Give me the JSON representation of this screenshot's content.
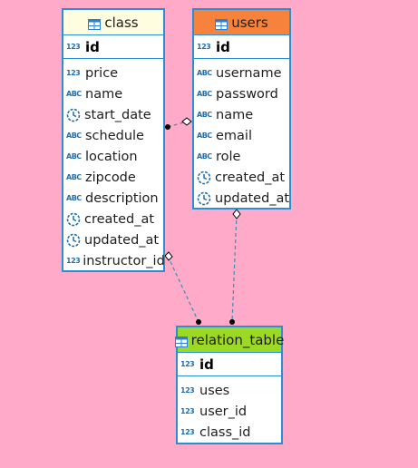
{
  "colors": {
    "background": "#ffaac8",
    "border": "#2a8fd0",
    "class_header": "#fffde0",
    "users_header": "#f7823c",
    "relation_header": "#9bd924",
    "type_icon": "#1f6fae"
  },
  "tables": {
    "class": {
      "name": "class",
      "pk": {
        "name": "id",
        "type": "123"
      },
      "columns": [
        {
          "name": "price",
          "type": "123"
        },
        {
          "name": "name",
          "type": "ABC"
        },
        {
          "name": "start_date",
          "type": "datetime"
        },
        {
          "name": "schedule",
          "type": "ABC"
        },
        {
          "name": "location",
          "type": "ABC"
        },
        {
          "name": "zipcode",
          "type": "ABC"
        },
        {
          "name": "description",
          "type": "ABC"
        },
        {
          "name": "created_at",
          "type": "datetime"
        },
        {
          "name": "updated_at",
          "type": "datetime"
        },
        {
          "name": "instructor_id",
          "type": "123"
        }
      ]
    },
    "users": {
      "name": "users",
      "pk": {
        "name": "id",
        "type": "123"
      },
      "columns": [
        {
          "name": "username",
          "type": "ABC"
        },
        {
          "name": "password",
          "type": "ABC"
        },
        {
          "name": "name",
          "type": "ABC"
        },
        {
          "name": "email",
          "type": "ABC"
        },
        {
          "name": "role",
          "type": "ABC"
        },
        {
          "name": "created_at",
          "type": "datetime"
        },
        {
          "name": "updated_at",
          "type": "datetime"
        }
      ]
    },
    "relation_table": {
      "name": "relation_table",
      "pk": {
        "name": "id",
        "type": "123"
      },
      "columns": [
        {
          "name": "uses",
          "type": "123"
        },
        {
          "name": "user_id",
          "type": "123"
        },
        {
          "name": "class_id",
          "type": "123"
        }
      ]
    }
  }
}
